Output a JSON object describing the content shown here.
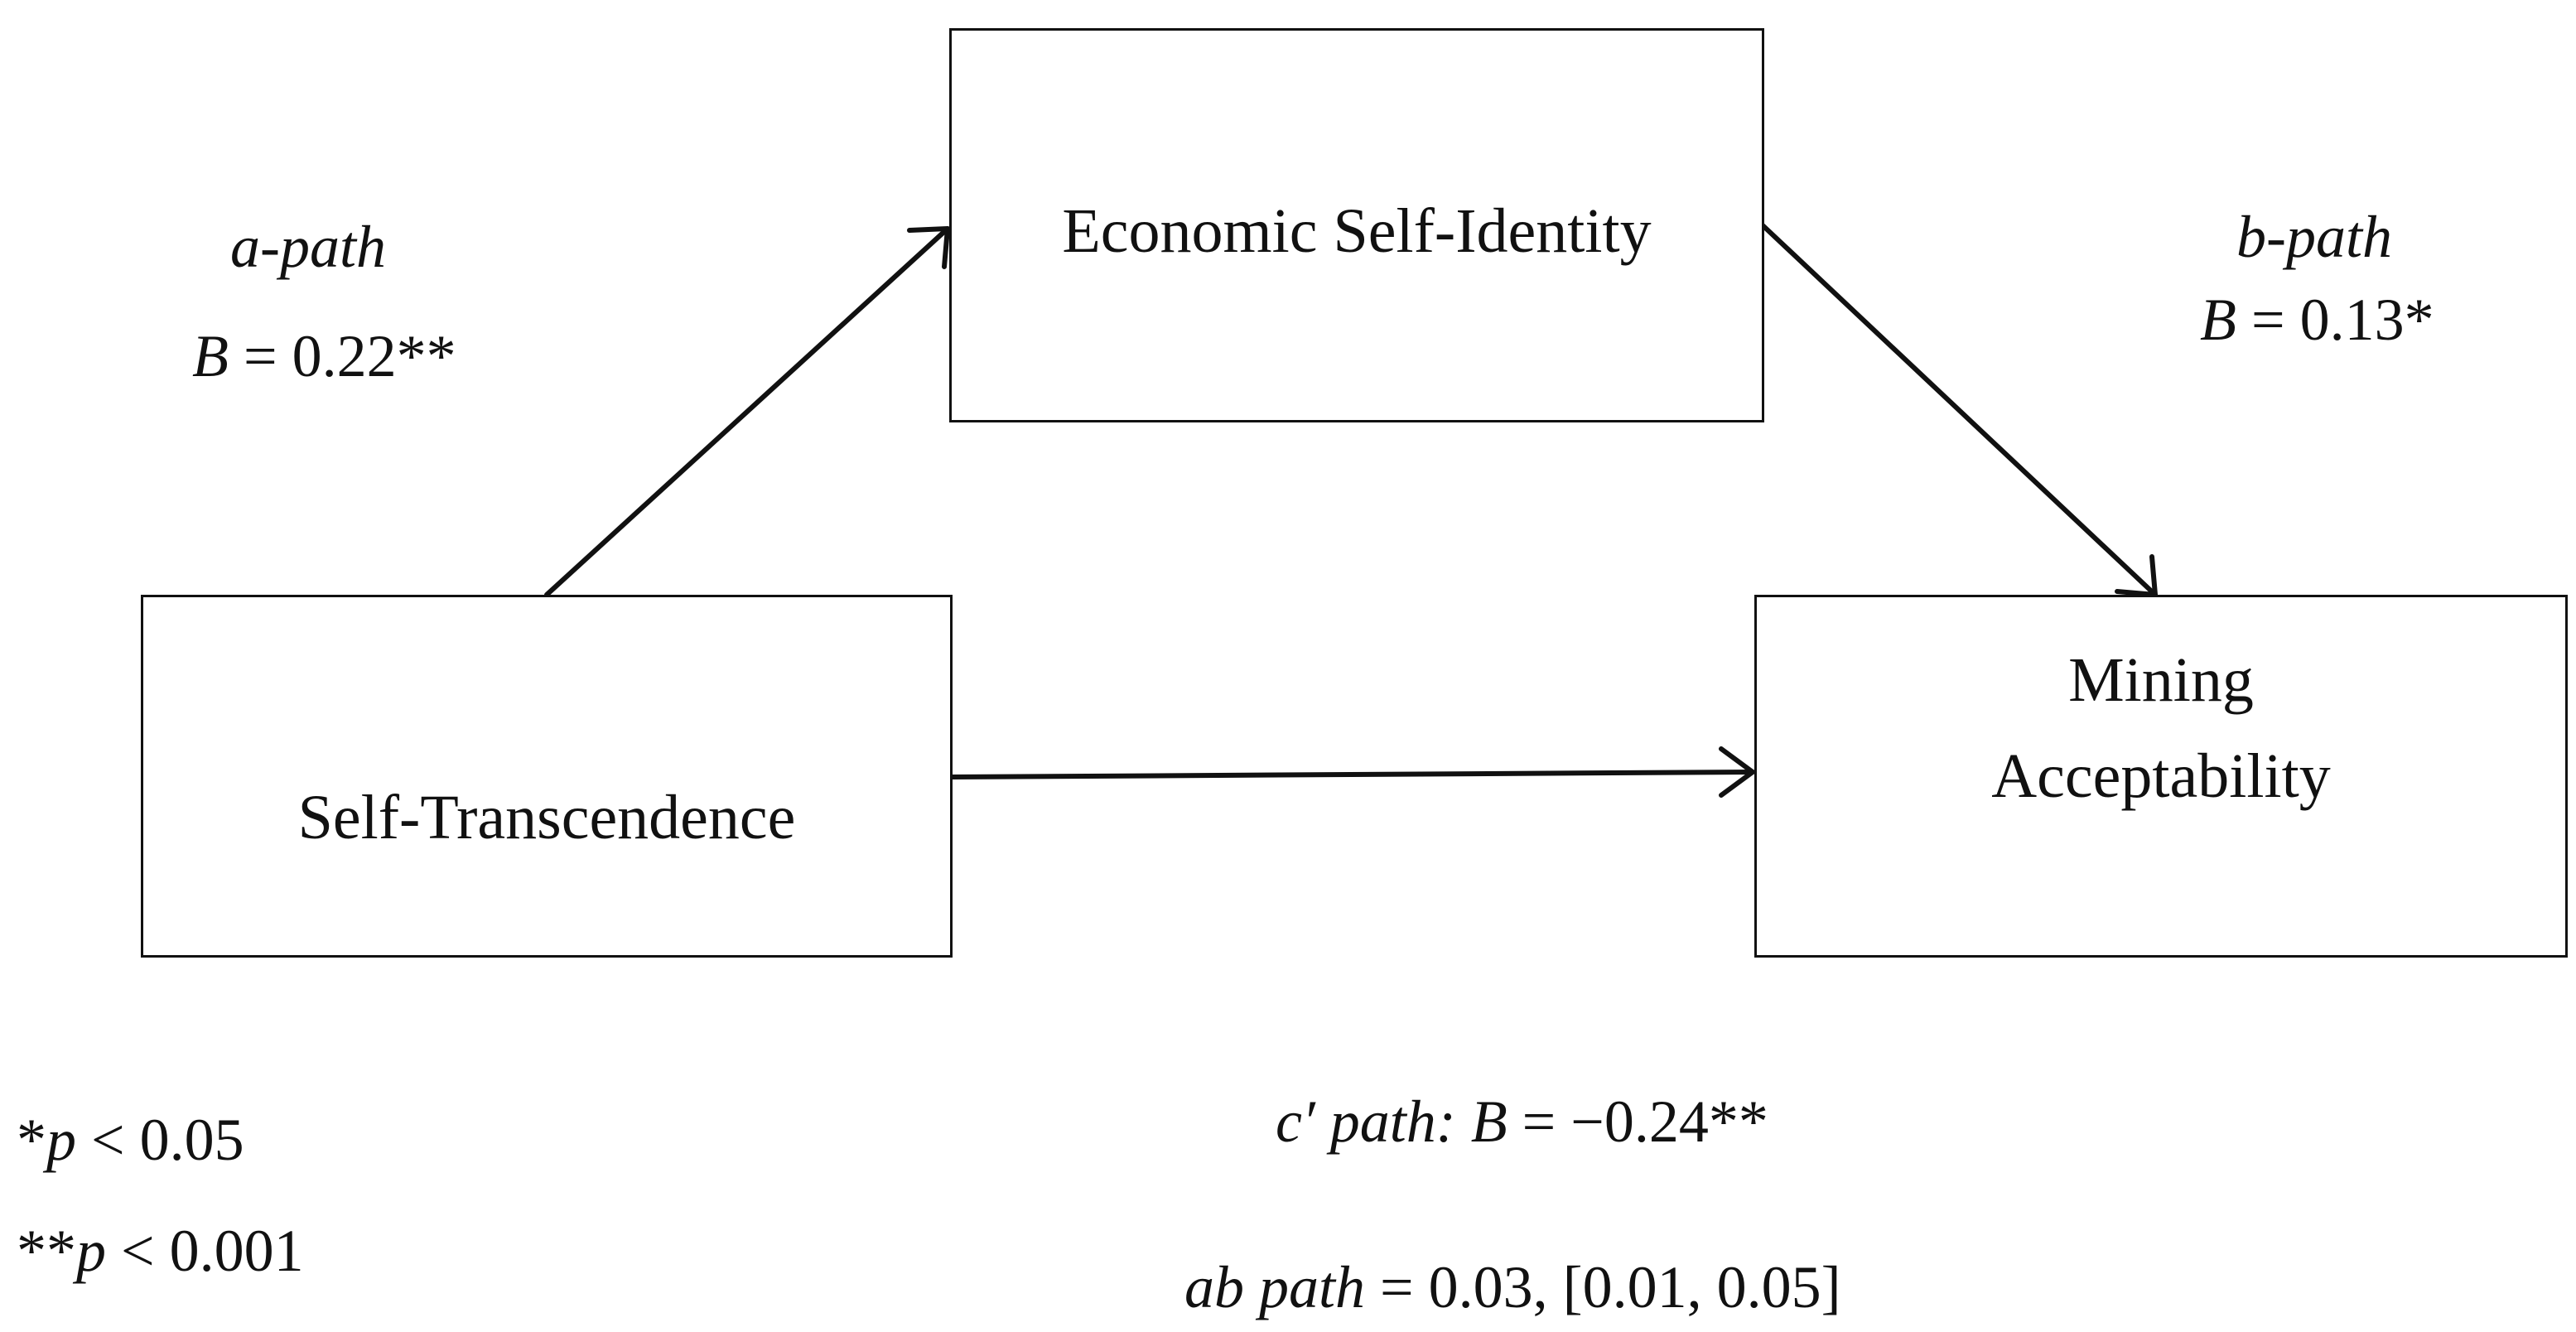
{
  "nodes": {
    "economic": {
      "label": "Economic Self-Identity"
    },
    "self_transcendence": {
      "label": "Self-Transcendence"
    },
    "mining": {
      "line1": "Mining",
      "line2": "Acceptability"
    }
  },
  "paths": {
    "a": {
      "name": "a-path",
      "coef_var": "B",
      "coef_value": " = 0.22**"
    },
    "b": {
      "name": "b-path",
      "coef_var": "B",
      "coef_value": " = 0.13*"
    },
    "c_prime": {
      "name": "c′ path: ",
      "coef_var": "B",
      "coef_value": " = −0.24**"
    },
    "ab": {
      "name": "ab path",
      "value": " = 0.03, [0.01, 0.05]"
    }
  },
  "notes": {
    "sig1_star": "*",
    "sig1_p": "p",
    "sig1_rest": " < 0.05",
    "sig2_star": "**",
    "sig2_p": "p",
    "sig2_rest": " < 0.001"
  },
  "colors": {
    "line": "#111111",
    "background": "#ffffff"
  }
}
